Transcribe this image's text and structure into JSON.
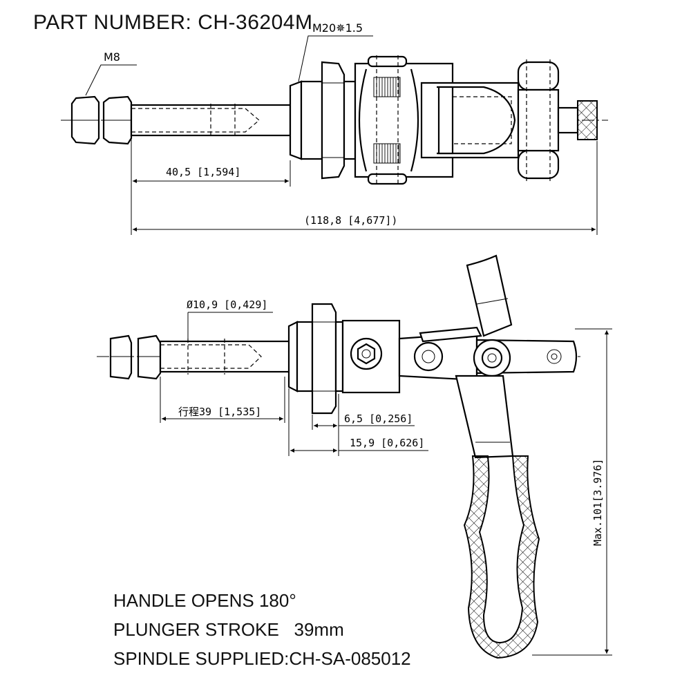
{
  "title": "PART NUMBER:  CH-36204M",
  "top_view": {
    "thread_main": "M20✵1.5",
    "thread_end": "M8",
    "dim_length": "40,5 [1,594]",
    "dim_total": "(118,8 [4,677])"
  },
  "side_view": {
    "dim_dia": "Ø10,9 [0,429]",
    "dim_stroke": "行程39 [1,535]",
    "dim_a": "6,5 [0,256]",
    "dim_b": "15,9 [0,626]",
    "dim_max": "Max.101[3.976]"
  },
  "notes": {
    "line1": "HANDLE OPENS 180°",
    "line2": "PLUNGER STROKE   39mm",
    "line3": "SPINDLE SUPPLIED:CH-SA-085012"
  }
}
